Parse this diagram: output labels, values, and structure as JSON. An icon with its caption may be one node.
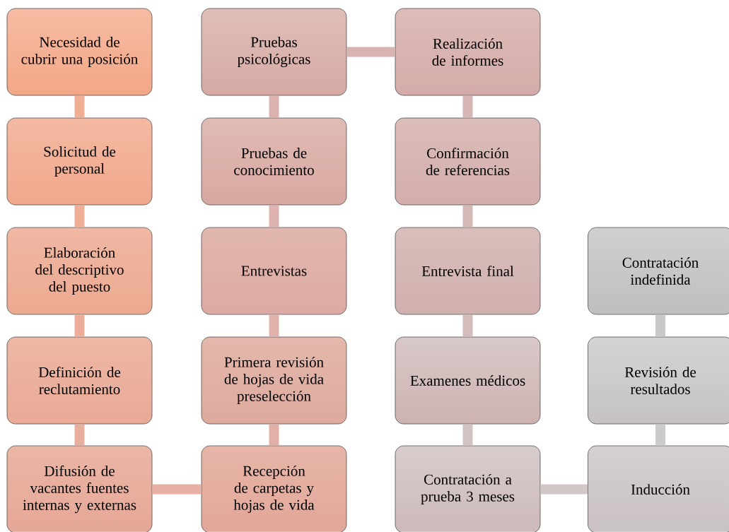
{
  "diagram": {
    "nodes": [
      {
        "text": [
          "Necesidad de cubrir una posición"
        ]
      },
      {
        "text": [
          "Solicitud de personal"
        ]
      },
      {
        "text": [
          "Elaboración del descriptivo del puesto"
        ]
      },
      {
        "text": [
          "Definición de reclutamiento"
        ]
      },
      {
        "text": [
          "Difusión de vacantes fuentes internas y externas"
        ]
      },
      {
        "text": [
          "Recepción de carpetas y hojas de vida"
        ]
      },
      {
        "text": [
          "Primera revisión de hojas de vida preselección"
        ]
      },
      {
        "text": [
          "Entrevistas"
        ]
      },
      {
        "text": [
          "Pruebas de conocimiento"
        ]
      },
      {
        "text": [
          "Pruebas psicológicas"
        ]
      },
      {
        "text": [
          "Realización de informes"
        ]
      },
      {
        "text": [
          "Confirmación de referencias"
        ]
      },
      {
        "text": [
          "Entrevista final"
        ]
      },
      {
        "text": [
          "Examenes médicos"
        ]
      },
      {
        "text": [
          "Contratación a prueba 3 meses"
        ]
      },
      {
        "text": [
          "Inducción"
        ]
      },
      {
        "text": [
          "Revisión de resultados"
        ]
      },
      {
        "text": [
          "Contratación indefinida"
        ]
      }
    ],
    "edges": [
      {
        "from": 0,
        "to": 1,
        "arrow": "none"
      },
      {
        "from": 1,
        "to": 2,
        "arrow": "none"
      },
      {
        "from": 2,
        "to": 3,
        "arrow": "none"
      },
      {
        "from": 3,
        "to": 4,
        "arrow": "none"
      },
      {
        "from": 4,
        "to": 5,
        "arrow": "none"
      },
      {
        "from": 5,
        "to": 6,
        "arrow": "none"
      },
      {
        "from": 6,
        "to": 7,
        "arrow": "none"
      },
      {
        "from": 7,
        "to": 8,
        "arrow": "none"
      },
      {
        "from": 8,
        "to": 9,
        "arrow": "none"
      },
      {
        "from": 9,
        "to": 10,
        "arrow": "none"
      },
      {
        "from": 10,
        "to": 11,
        "arrow": "none"
      },
      {
        "from": 11,
        "to": 12,
        "arrow": "none"
      },
      {
        "from": 12,
        "to": 13,
        "arrow": "none"
      },
      {
        "from": 13,
        "to": 14,
        "arrow": "none"
      },
      {
        "from": 14,
        "to": 15,
        "arrow": "none"
      },
      {
        "from": 15,
        "to": 16,
        "arrow": "none"
      },
      {
        "from": 16,
        "to": 17,
        "arrow": "none"
      }
    ]
  }
}
